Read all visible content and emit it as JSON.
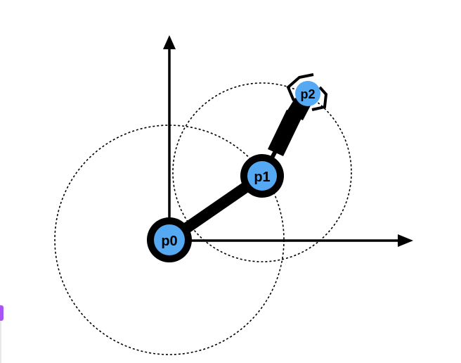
{
  "colors": {
    "joint_fill": "#55a8f2",
    "joint_ring": "#000000",
    "link": "#000000",
    "axis": "#000000",
    "workspace_circle": "#000000",
    "edge_tab": "#a855f7"
  },
  "joints": [
    {
      "id": "p0",
      "label": "p0"
    },
    {
      "id": "p1",
      "label": "p1"
    },
    {
      "id": "p2",
      "label": "p2"
    }
  ],
  "icons": {
    "gripper": "gripper-icon"
  }
}
